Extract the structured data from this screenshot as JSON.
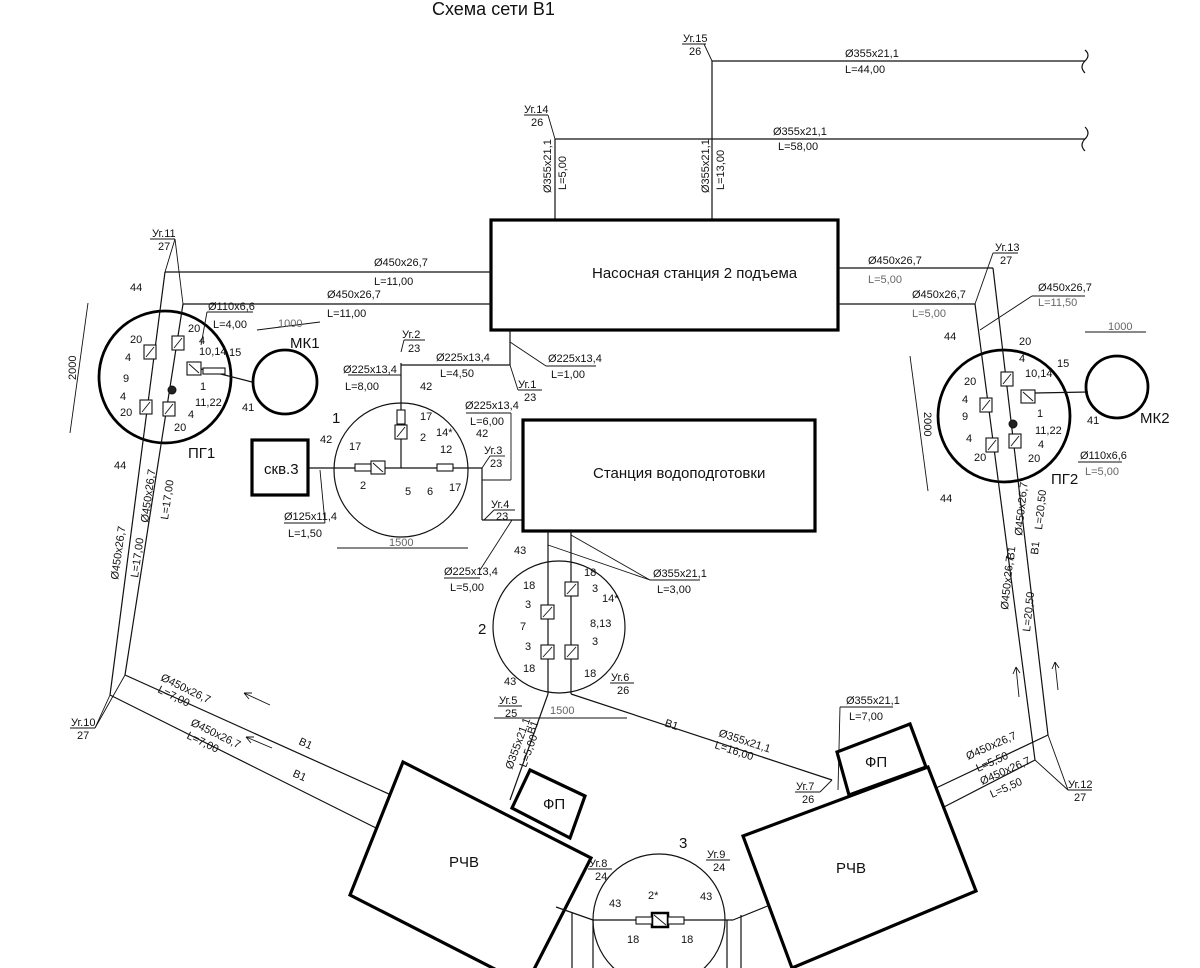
{
  "title": "Схема сети В1",
  "buildings": {
    "pump_station": "Насосная станция 2 подъема",
    "treatment_station": "Станция водоподготовки",
    "well": "скв.3",
    "rchv_left": "РЧВ",
    "rchv_right": "РЧВ",
    "fp_left": "ФП",
    "fp_right": "ФП",
    "mk1": "МК1",
    "mk2": "МК2",
    "pg1": "ПГ1",
    "pg2": "ПГ2"
  },
  "nodes": [
    {
      "id": "Уг.1",
      "elev": "23"
    },
    {
      "id": "Уг.2",
      "elev": "23"
    },
    {
      "id": "Уг.3",
      "elev": "23"
    },
    {
      "id": "Уг.4",
      "elev": "23"
    },
    {
      "id": "Уг.5",
      "elev": "25"
    },
    {
      "id": "Уг.6",
      "elev": "26"
    },
    {
      "id": "Уг.7",
      "elev": "26"
    },
    {
      "id": "Уг.8",
      "elev": "24"
    },
    {
      "id": "Уг.9",
      "elev": "24"
    },
    {
      "id": "Уг.10",
      "elev": "27"
    },
    {
      "id": "Уг.11",
      "elev": "27"
    },
    {
      "id": "Уг.12",
      "elev": "27"
    },
    {
      "id": "Уг.13",
      "elev": "27"
    },
    {
      "id": "Уг.14",
      "elev": "26"
    },
    {
      "id": "Уг.15",
      "elev": "26"
    }
  ],
  "pipes": {
    "top1": {
      "d": "Ø355x21,1",
      "l": "L=44,00"
    },
    "top2": {
      "d": "Ø355x21,1",
      "l": "L=58,00"
    },
    "riser14": {
      "d": "Ø355x21,1",
      "l": "L=5,00"
    },
    "riser15": {
      "d": "Ø355x21,1",
      "l": "L=13,00"
    },
    "ns_left1": {
      "d": "Ø450x26,7",
      "l": "L=11,00"
    },
    "ns_left2": {
      "d": "Ø450x26,7",
      "l": "L=11,00"
    },
    "ns_right1": {
      "d": "Ø450x26,7",
      "l": "L=5,00"
    },
    "ns_right2": {
      "d": "Ø450x26,7",
      "l": "L=5,00"
    },
    "pg2_in": {
      "d": "Ø450x26,7",
      "l": "L=11,50"
    },
    "mk1": {
      "d": "Ø110x6,6",
      "l": "L=4,00"
    },
    "mk2": {
      "d": "Ø110x6,6",
      "l": "L=5,00"
    },
    "k1_top": {
      "d": "Ø225x13,4",
      "l": "L=8,00"
    },
    "k1_n2": {
      "d": "Ø225x13,4",
      "l": "L=4,50"
    },
    "ns_n1": {
      "d": "Ø225x13,4",
      "l": "L=1,00"
    },
    "k1_right": {
      "d": "Ø225x13,4",
      "l": "L=6,00"
    },
    "well": {
      "d": "Ø125x11,4",
      "l": "L=1,50"
    },
    "n4_k2": {
      "d": "Ø225x13,4",
      "l": "L=5,00"
    },
    "sv_k2": {
      "d": "Ø355x21,1",
      "l": "L=3,00"
    },
    "left_v1": {
      "d": "Ø450x26,7",
      "l": "L=17,00"
    },
    "left_v2": {
      "d": "Ø450x26,7",
      "l": "L=17,00"
    },
    "left_d1": {
      "d": "Ø450x26,7",
      "l": "L=7,00"
    },
    "left_d2": {
      "d": "Ø450x26,7",
      "l": "L=7,00"
    },
    "k2_fp": {
      "d": "Ø355x21,1",
      "l": "L=5,00"
    },
    "k2_n7": {
      "d": "Ø355x21,1",
      "l": "L=16,00"
    },
    "n7_fp": {
      "d": "Ø355x21,1",
      "l": "L=7,00"
    },
    "right_v1": {
      "d": "Ø450x26,7",
      "l": "L=20,50"
    },
    "right_v2": {
      "d": "Ø450x26,7",
      "l": "L=20,50"
    },
    "right_d1": {
      "d": "Ø450x26,7",
      "l": "L=5,50"
    },
    "right_d2": {
      "d": "Ø450x26,7",
      "l": "L=5,50"
    }
  },
  "dims": {
    "pg1_dia": "2000",
    "pg2_dia": "2000",
    "mk1_dia": "1000",
    "mk2_dia": "1000",
    "k1_dia": "1500",
    "k2_dia": "1500"
  },
  "chambers": {
    "k1": "1",
    "k2": "2",
    "k3": "3"
  },
  "line_code": "В1",
  "callouts": {
    "n44": "44",
    "n20": "20",
    "n4": "4",
    "n9": "9",
    "n1": "1",
    "n10_14": "10,14",
    "n15": "15",
    "n11_22": "11,22",
    "n41": "41",
    "n42": "42",
    "n17": "17",
    "n2": "2",
    "n14s": "14*",
    "n12": "12",
    "n5": "5",
    "n6": "6",
    "n43": "43",
    "n18": "18",
    "n3": "3",
    "n7": "7",
    "n8_13": "8,13",
    "n2s": "2*"
  }
}
